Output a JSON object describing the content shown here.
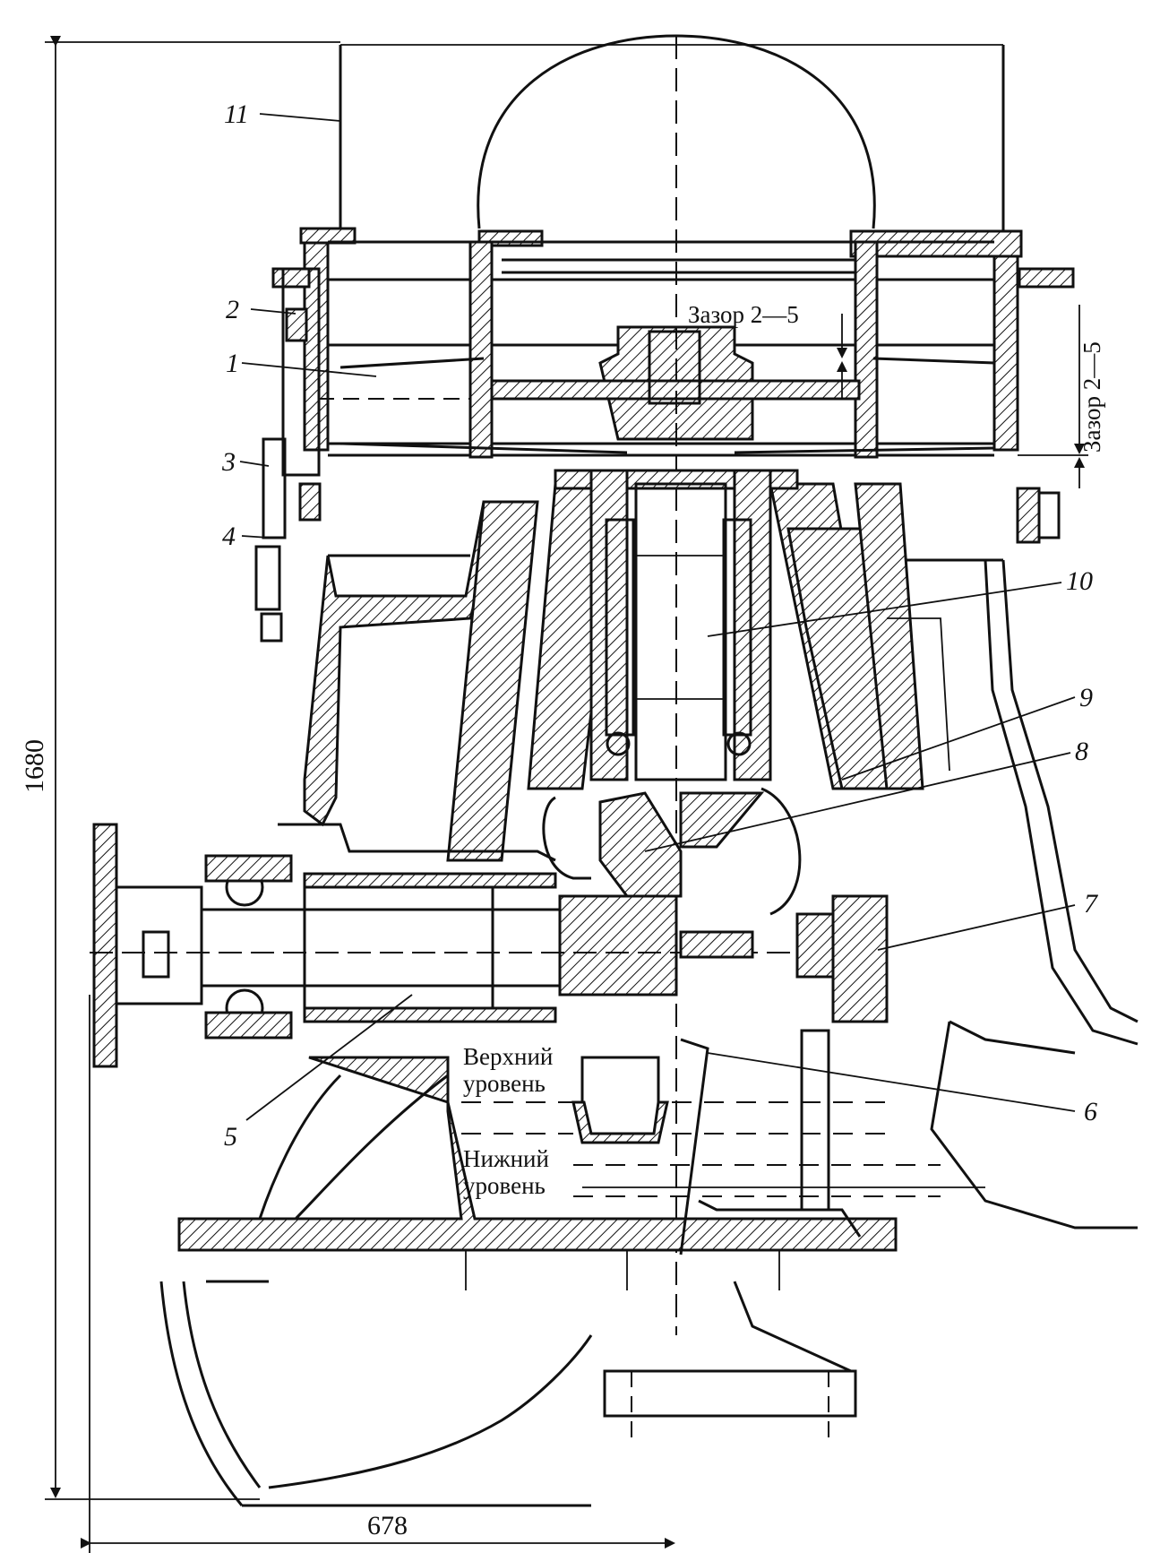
{
  "drawing": {
    "callouts": [
      "1",
      "2",
      "3",
      "4",
      "5",
      "6",
      "7",
      "8",
      "9",
      "10",
      "11"
    ],
    "dimensions": {
      "height": "1680",
      "width": "678"
    },
    "gap_notes": {
      "top": "Зазор 2—5",
      "side": "Зазор 2—5"
    },
    "oil_levels": {
      "upper_line1": "Верхний",
      "upper_line2": "уровень",
      "lower_line1": "Нижний",
      "lower_line2": "уровень"
    }
  }
}
